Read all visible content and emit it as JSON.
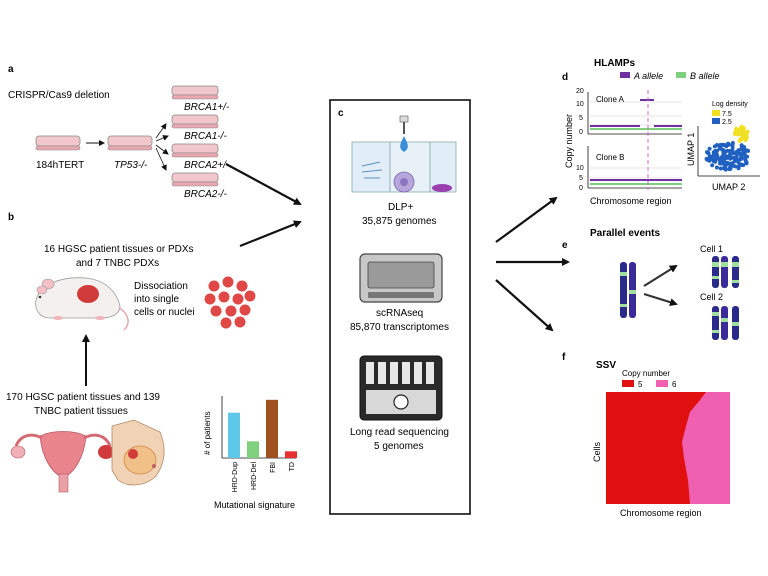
{
  "panel_a": {
    "letter": "a",
    "title": "CRISPR/Cas9 deletion",
    "parent": "184hTERT",
    "middle": "TP53-/-",
    "outputs": [
      "BRCA1+/-",
      "BRCA1-/-",
      "BRCA2+/-",
      "BRCA2-/-"
    ]
  },
  "panel_b": {
    "letter": "b",
    "line1": "16 HGSC patient tissues or PDXs",
    "line2": "and 7 TNBC PDXs",
    "dissoc1": "Dissociation",
    "dissoc2": "into single",
    "dissoc3": "cells or nuclei",
    "bottom1": "170 HGSC patient tissues and 139",
    "bottom2": "TNBC patient tissues",
    "chart_data": {
      "type": "bar",
      "categories": [
        "HRD-Dup",
        "HRD-Del",
        "FBI",
        "TD"
      ],
      "values": [
        95,
        35,
        122,
        14
      ],
      "colors": [
        "#5ec8ea",
        "#7ed07e",
        "#a05020",
        "#e83030"
      ],
      "ylabel": "# of patients",
      "xlabel": "Mutational signature",
      "ylim": [
        0,
        130
      ]
    }
  },
  "panel_c": {
    "letter": "c",
    "dlp_title": "DLP+",
    "dlp_count": "35,875 genomes",
    "sc_title": "scRNAseq",
    "sc_count": "85,870 transcriptomes",
    "lr_title": "Long read sequencing",
    "lr_count": "5 genomes"
  },
  "panel_d": {
    "letter": "d",
    "title": "HLAMPs",
    "legend_a": "A allele",
    "legend_b": "B allele",
    "color_a": "#7030a0",
    "color_b": "#7ed07e",
    "clone_a": "Clone A",
    "clone_b": "Clone B",
    "ylabel": "Copy number",
    "xlabel": "Chromosome region",
    "ticks_a": [
      "20",
      "10",
      "5",
      "0"
    ],
    "ticks_b": [
      "10",
      "5",
      "0"
    ],
    "umap_y": "UMAP 1",
    "umap_x": "UMAP 2",
    "density_title": "Log density",
    "density_hi": "7.5",
    "density_lo": "2.5"
  },
  "panel_e": {
    "letter": "e",
    "title": "Parallel events",
    "cell1": "Cell 1",
    "cell2": "Cell 2"
  },
  "panel_f": {
    "letter": "f",
    "title": "SSV",
    "legend_title": "Copy number",
    "cn5": "5",
    "cn6": "6",
    "color5": "#e01010",
    "color6": "#f060b0",
    "ylabel": "Cells",
    "xlabel": "Chromosome region"
  }
}
